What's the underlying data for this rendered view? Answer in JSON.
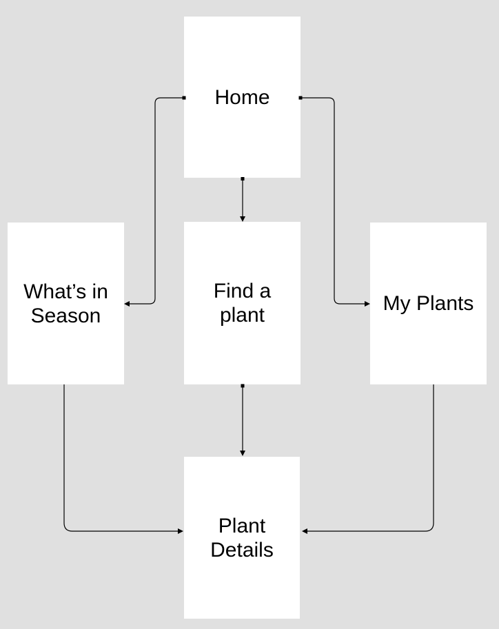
{
  "diagram": {
    "type": "screen-flow-flowchart",
    "background_color": "#e0e0e0",
    "node_fill_color": "#ffffff",
    "node_text_color": "#000000",
    "connector_color": "#000000",
    "nodes": {
      "home": {
        "label": "Home"
      },
      "whats_in_season": {
        "label": "What’s in\nSeason"
      },
      "find_a_plant": {
        "label": "Find a\nplant"
      },
      "my_plants": {
        "label": "My Plants"
      },
      "plant_details": {
        "label": "Plant\nDetails"
      }
    },
    "edges": [
      {
        "from": "home",
        "to": "whats_in_season",
        "style": "elbow",
        "start_marker": "square",
        "end_marker": "arrow"
      },
      {
        "from": "home",
        "to": "my_plants",
        "style": "elbow",
        "start_marker": "square",
        "end_marker": "arrow"
      },
      {
        "from": "home",
        "to": "find_a_plant",
        "style": "straight",
        "start_marker": "square",
        "end_marker": "arrow"
      },
      {
        "from": "find_a_plant",
        "to": "plant_details",
        "style": "straight",
        "start_marker": "square",
        "end_marker": "arrow"
      },
      {
        "from": "whats_in_season",
        "to": "plant_details",
        "style": "elbow",
        "start_marker": "none",
        "end_marker": "arrow"
      },
      {
        "from": "my_plants",
        "to": "plant_details",
        "style": "elbow",
        "start_marker": "none",
        "end_marker": "arrow"
      }
    ]
  }
}
